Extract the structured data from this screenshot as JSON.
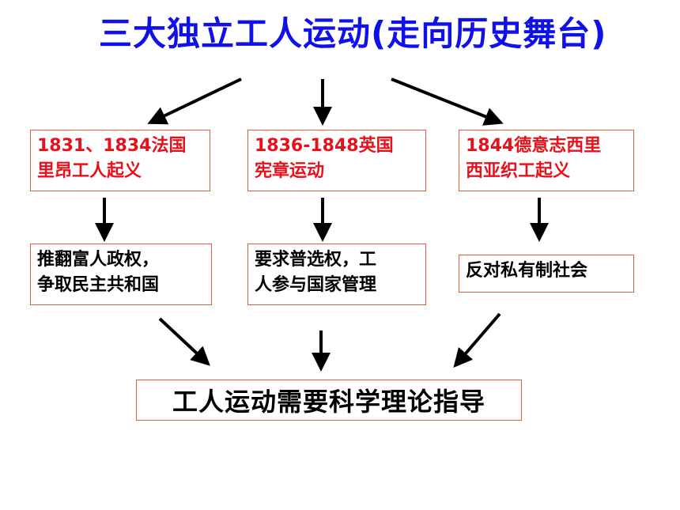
{
  "title": "三大独立工人运动(走向历史舞台)",
  "movements": [
    {
      "event_lines": [
        "1831、1834法国",
        "里昂工人起义"
      ],
      "goal_lines": [
        "推翻富人政权，",
        "争取民主共和国"
      ]
    },
    {
      "event_lines": [
        "1836-1848英国",
        "宪章运动"
      ],
      "goal_lines": [
        "要求普选权，工",
        "人参与国家管理"
      ]
    },
    {
      "event_lines": [
        "1844德意志西里",
        "西亚织工起义"
      ],
      "goal_lines": [
        "反对私有制社会"
      ]
    }
  ],
  "conclusion": "工人运动需要科学理论指导",
  "colors": {
    "title": "#1010e8",
    "event_text": "#e8101a",
    "box_border": "#d9603a",
    "arrow": "#000000"
  }
}
